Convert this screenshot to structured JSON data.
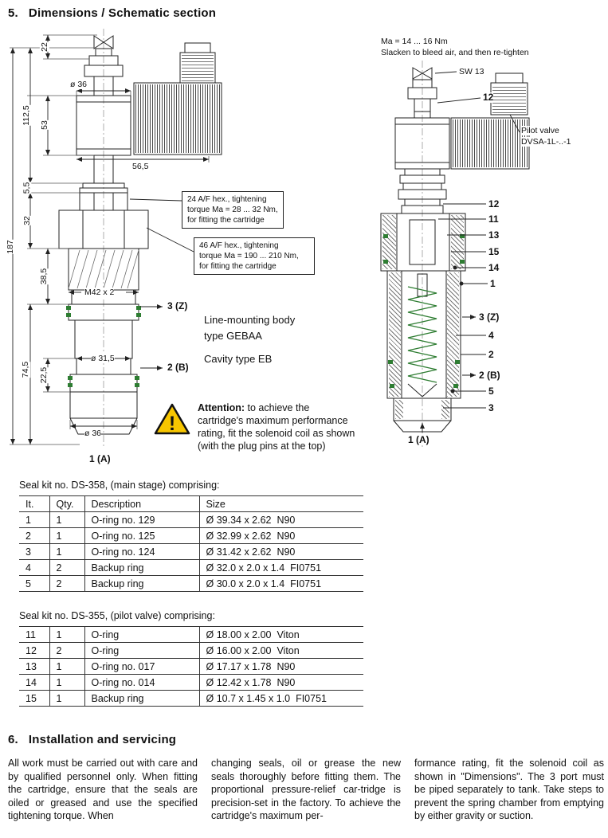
{
  "heading5": {
    "num": "5.",
    "text": "Dimensions / Schematic section"
  },
  "heading6": {
    "num": "6.",
    "text": "Installation and servicing"
  },
  "left_diagram": {
    "dim_22": "22",
    "dim_53": "53",
    "dim_112_5": "112,5",
    "dim_5_5": "5,5",
    "dim_32": "32",
    "dim_187": "187",
    "dim_38_5": "38,5",
    "dim_74_5": "74,5",
    "dim_22_5": "22,5",
    "dim_dia36_top": "ø 36",
    "dim_56_5": "56,5",
    "dim_m42": "M42 x 2",
    "dim_dia31_5": "ø 31,5",
    "dim_dia36_bottom": "ø 36",
    "port_3z": "3 (Z)",
    "port_2b": "2 (B)",
    "port_1a": "1 (A)",
    "callout_24af": {
      "line1": "24 A/F hex., tightening",
      "line2": "torque Ma = 28 ... 32 Nm,",
      "line3": "for fitting the cartridge"
    },
    "callout_46af": {
      "line1": "46 A/F hex., tightening",
      "line2": "torque Ma = 190 ... 210 Nm,",
      "line3": "for fitting the cartridge"
    },
    "mounting_note_line1": "Line-mounting body",
    "mounting_note_line2": "type GEBAA",
    "cavity_note": "Cavity type EB",
    "warning_mark": "!",
    "attention_label": "Attention:",
    "attention_text": " to achieve the cartridge's maximum performance rating, fit the solenoid coil as shown (with the plug pins at the top)"
  },
  "right_diagram": {
    "torque_note_line1": "Ma = 14 ... 16 Nm",
    "torque_note_line2": "Slacken to bleed air, and then re-tighten",
    "sw_label": "SW 13",
    "pilot_valve_line1": "Pilot valve",
    "pilot_valve_line2": "DVSA-1L-..-1",
    "part_12_top": "12",
    "part_12": "12",
    "part_11": "11",
    "part_13": "13",
    "part_15": "15",
    "part_14": "14",
    "part_1": "1",
    "port_3z": "3 (Z)",
    "part_4": "4",
    "part_2": "2",
    "port_2b": "2 (B)",
    "part_5": "5",
    "part_3": "3",
    "port_1a": "1 (A)"
  },
  "seal_table_main": {
    "caption": "Seal kit no. DS-358, (main stage) comprising:",
    "headers": [
      "It.",
      "Qty.",
      "Description",
      "Size"
    ],
    "rows": [
      [
        "1",
        "1",
        "O-ring no. 129",
        "Ø 39.34 x 2.62  N90"
      ],
      [
        "2",
        "1",
        "O-ring no. 125",
        "Ø 32.99 x 2.62  N90"
      ],
      [
        "3",
        "1",
        "O-ring no. 124",
        "Ø 31.42 x 2.62  N90"
      ],
      [
        "4",
        "2",
        "Backup ring",
        "Ø 32.0 x 2.0 x 1.4  FI0751"
      ],
      [
        "5",
        "2",
        "Backup ring",
        "Ø 30.0 x 2.0 x 1.4  FI0751"
      ]
    ]
  },
  "seal_table_pilot": {
    "caption": "Seal kit no. DS-355, (pilot valve) comprising:",
    "rows": [
      [
        "11",
        "1",
        "O-ring",
        "Ø 18.00 x 2.00  Viton"
      ],
      [
        "12",
        "2",
        "O-ring",
        "Ø 16.00 x 2.00  Viton"
      ],
      [
        "13",
        "1",
        "O-ring no. 017",
        "Ø 17.17 x 1.78  N90"
      ],
      [
        "14",
        "1",
        "O-ring no. 014",
        "Ø 12.42 x 1.78  N90"
      ],
      [
        "15",
        "1",
        "Backup ring",
        "Ø 10.7 x 1.45 x 1.0  FI0751"
      ]
    ]
  },
  "section6": {
    "col1": "All work must be carried out with care and by qualified personnel only. When fitting the cartridge, ensure that the seals are oiled or greased and use the specified tightening torque. When",
    "col2": "changing seals, oil or grease the new seals thoroughly before fitting them. The proportional pressure-relief car-tridge is precision-set in the factory. To achieve the cartridge's maximum per-",
    "col3": "formance rating, fit the solenoid coil as shown in \"Dimensions\". The 3 port must be piped separately to tank. Take steps to prevent the spring chamber from emptying by either gravity or suction."
  },
  "colors": {
    "oring_green": "#2e7d32",
    "warning_yellow": "#f7c600"
  }
}
